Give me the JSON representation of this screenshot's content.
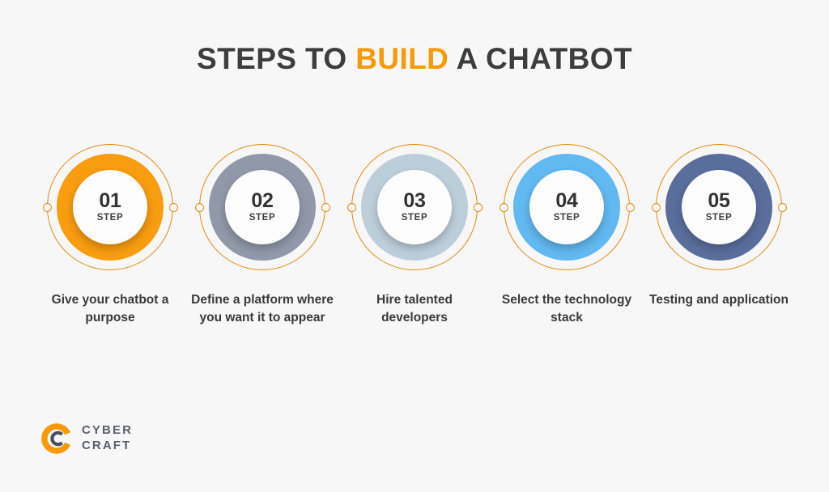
{
  "page": {
    "background_color": "#f7f7f7"
  },
  "title": {
    "before": "STEPS TO ",
    "accent": "BUILD",
    "after": " A CHATBOT",
    "accent_color": "#f79a0a",
    "text_color": "#3d3d3d"
  },
  "steps": [
    {
      "number": "01",
      "step_word": "STEP",
      "caption": "Give your chatbot a purpose",
      "donut_color": "#f89c10",
      "ring_color": "#e08a12"
    },
    {
      "number": "02",
      "step_word": "STEP",
      "caption": "Define a platform where you want it to appear",
      "donut_color": "#9098a9",
      "ring_color": "#e08a12"
    },
    {
      "number": "03",
      "step_word": "STEP",
      "caption": "Hire talented developers",
      "donut_color": "#bdcedb",
      "ring_color": "#e08a12"
    },
    {
      "number": "04",
      "step_word": "STEP",
      "caption": "Select the technology stack",
      "donut_color": "#62b8f0",
      "ring_color": "#e08a12"
    },
    {
      "number": "05",
      "step_word": "STEP",
      "caption": "Testing and application",
      "donut_color": "#5a6e9c",
      "ring_color": "#e08a12"
    }
  ],
  "logo": {
    "line1": "CYBER",
    "line2": "CRAFT",
    "mark_color": "#f79a0a",
    "letter_color": "#4a4f5a",
    "text_color": "#5a5f6e"
  }
}
